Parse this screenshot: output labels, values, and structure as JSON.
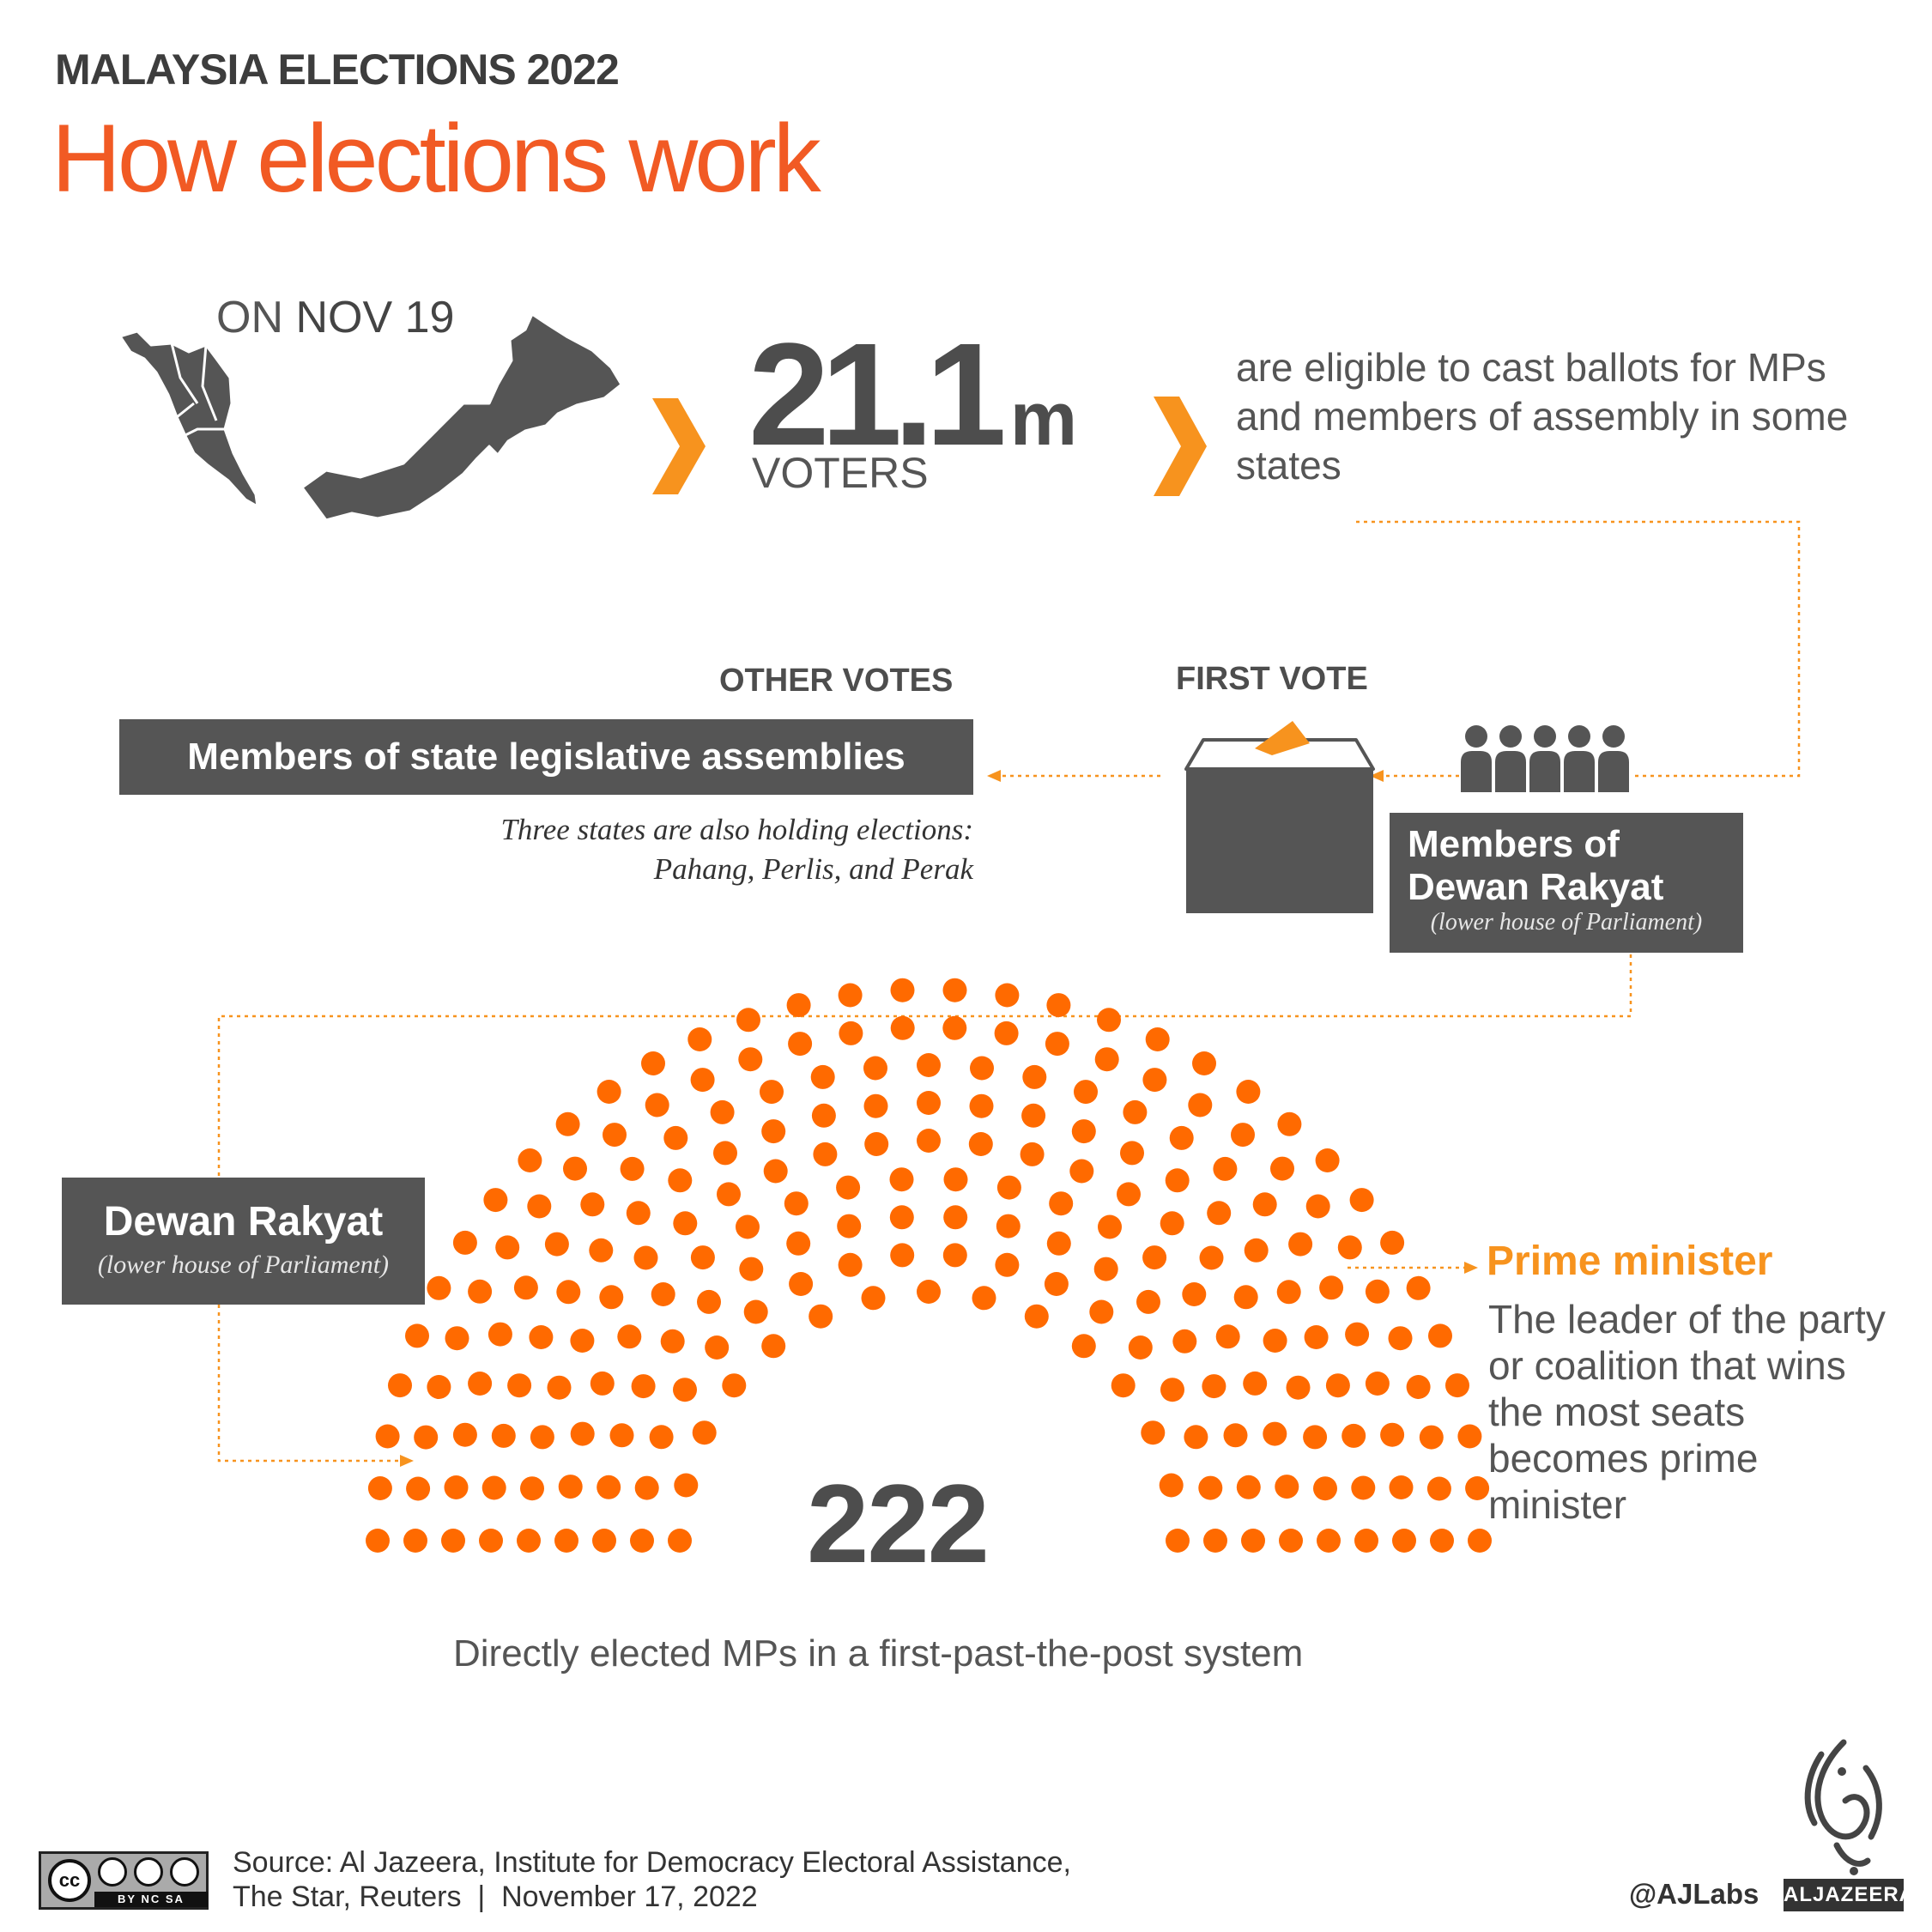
{
  "header": {
    "overline": "MALAYSIA ELECTIONS 2022",
    "headline": "How elections work"
  },
  "intro": {
    "on_label": "ON",
    "date": "NOV 19",
    "voters_number": "21.1",
    "voters_unit": "m",
    "voters_label": "VOTERS",
    "eligible_text": "are eligible to cast ballots for MPs and members of assembly in some states"
  },
  "votes": {
    "other_votes_label": "OTHER VOTES",
    "first_vote_label": "FIRST VOTE",
    "state_assemblies": "Members of state legislative assemblies",
    "state_note_line1": "Three states are also holding elections:",
    "state_note_line2": "Pahang, Perlis, and Perak",
    "mps_title": "Members of Dewan Rakyat",
    "mps_subtitle": "(lower house of Parliament)"
  },
  "parliament": {
    "title": "Dewan Rakyat",
    "subtitle": "(lower house of Parliament)",
    "seat_count": "222",
    "seats": 222,
    "caption": "Directly elected MPs in a first-past-the-post system"
  },
  "prime_minister": {
    "title": "Prime minister",
    "description": "The leader of the party or coalition that wins the most seats becomes prime minister"
  },
  "footer": {
    "source_line1": "Source: Al Jazeera, Institute for Democracy Electoral Assistance,",
    "source_line2": "The Star, Reuters  |  November 17, 2022",
    "handle": "@AJLabs",
    "wordmark": "ALJAZEERA",
    "license_mark": "cc",
    "license_tags": "BY NC SA"
  },
  "colors": {
    "accent_orange": "#f15a24",
    "seat_orange": "#ff6a00",
    "arrow_orange": "#f7931e",
    "dark_gray": "#555555"
  },
  "icons": [
    "malaysia-map-icon",
    "chevron-right-icon",
    "ballot-box-icon",
    "people-group-icon",
    "al-jazeera-logo-icon",
    "creative-commons-icon"
  ]
}
